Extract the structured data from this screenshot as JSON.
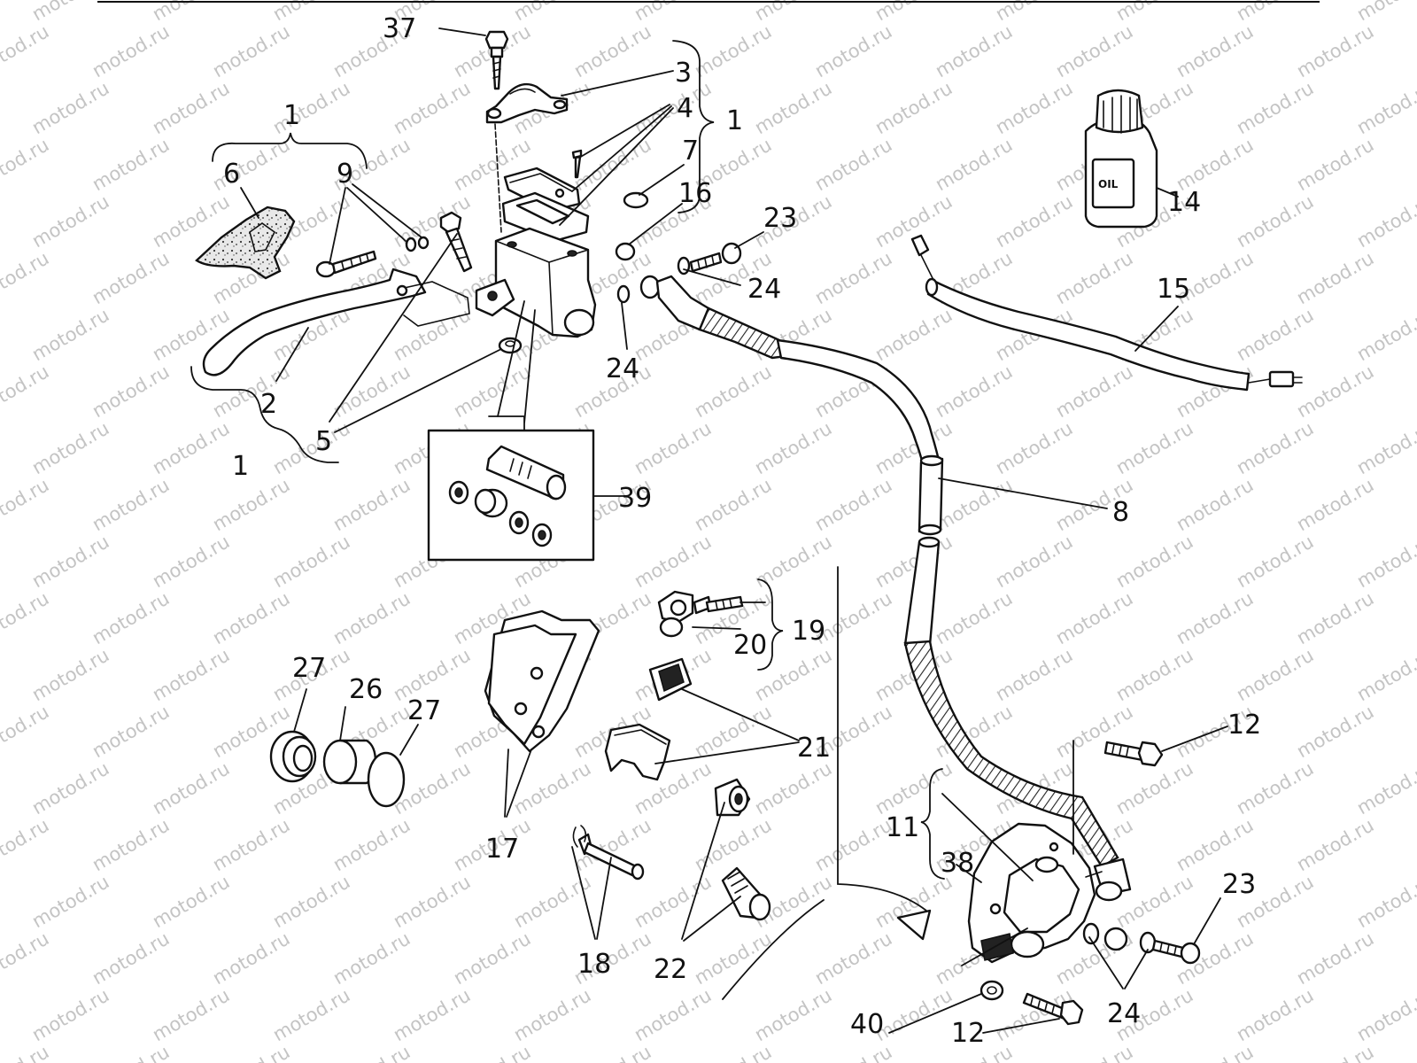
{
  "watermark": "motod.ru",
  "bottle_label": "OIL",
  "labels": {
    "l37": "37",
    "l3": "3",
    "l4": "4",
    "l1_top_right": "1",
    "l7": "7",
    "l16": "16",
    "l23_top": "23",
    "l24_a": "24",
    "l24_b": "24",
    "l1_top_left": "1",
    "l6": "6",
    "l9": "9",
    "l2": "2",
    "l5": "5",
    "l1_bottom_left": "1",
    "l39": "39",
    "l14": "14",
    "l15": "15",
    "l8": "8",
    "l19": "19",
    "l20": "20",
    "l21": "21",
    "l27_a": "27",
    "l26": "26",
    "l27_b": "27",
    "l17": "17",
    "l18": "18",
    "l22": "22",
    "l12_top": "12",
    "l11": "11",
    "l38": "38",
    "l23_bottom": "23",
    "l24_c": "24",
    "l40": "40",
    "l12_bottom": "12"
  }
}
